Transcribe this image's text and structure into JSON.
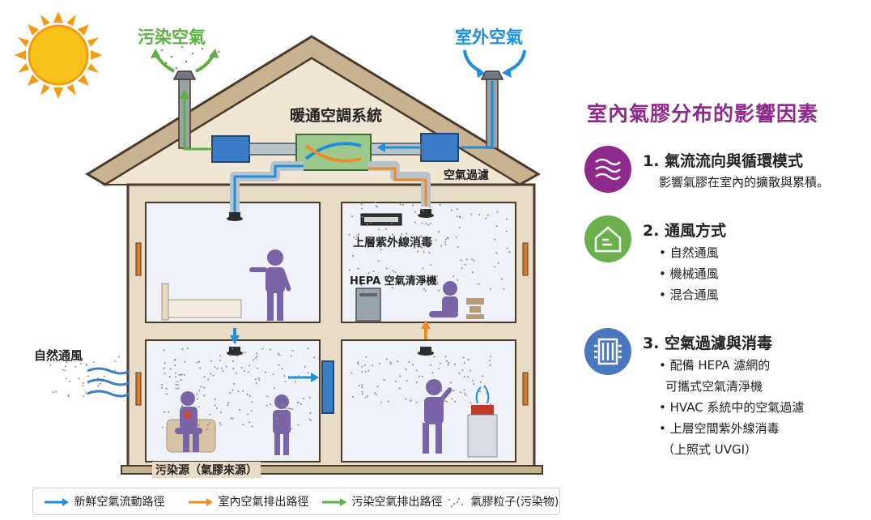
{
  "scene": {
    "polluted_air_label": "污染空氣",
    "outdoor_air_label": "室外空氣",
    "hvac_label": "暖通空調系統",
    "air_filter_label": "空氣過濾",
    "upper_uv_label": "上層紫外線消毒",
    "hepa_label": "HEPA 空氣清淨機",
    "natural_vent_label": "自然通風",
    "source_label": "污染源（氣膠來源）"
  },
  "panel": {
    "title": "室內氣膠分布的影響因素",
    "factors": [
      {
        "icon": "airflow-icon",
        "title": "1. 氣流流向與循環模式",
        "body": "影響氣膠在室內的擴散與累積。",
        "color": "#8e2a8c"
      },
      {
        "icon": "house-vent-icon",
        "title": "2. 通風方式",
        "items": [
          "• 自然通風",
          "• 機械通風",
          "• 混合通風"
        ],
        "color": "#6ab04c"
      },
      {
        "icon": "filter-icon",
        "title": "3. 空氣過濾與消毒",
        "items": [
          "• 配備 HEPA 濾網的",
          "可攜式空氣清淨機",
          "• HVAC 系統中的空氣過濾",
          "• 上層空間紫外線消毒",
          "（上照式 UVGI）"
        ],
        "color": "#4a78c0"
      }
    ]
  },
  "legend": {
    "fresh": "新鮮空氣流動路徑",
    "exhaust": "室內空氣排出路徑",
    "polluted": "污染空氣排出路徑",
    "aerosol": "氣膠粒子(污染物)"
  },
  "colors": {
    "fresh_air": "#1e8fd8",
    "exhaust_air": "#f08a24",
    "polluted_air": "#5db043",
    "person": "#7a64a8",
    "house_wall": "#e8dcc6",
    "house_outline": "#4a3a2a",
    "title_purple": "#8e2a8c"
  }
}
